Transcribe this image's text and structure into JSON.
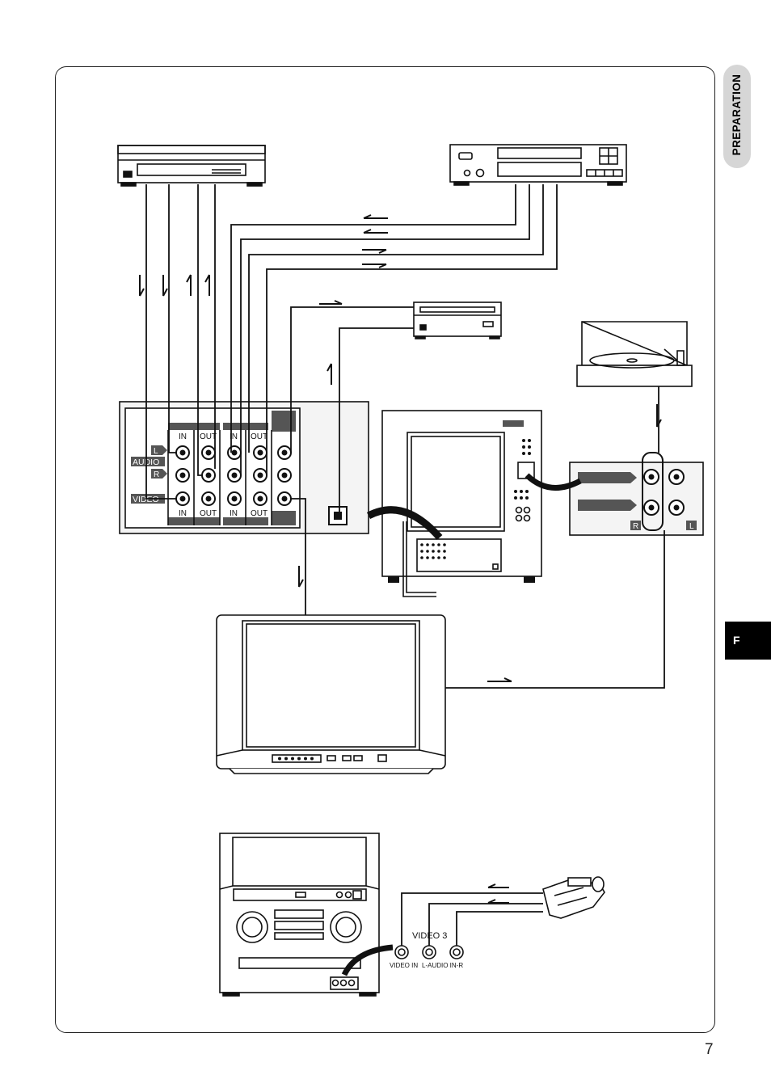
{
  "header": {
    "section_label": "PREPARATION",
    "language_tab": "F"
  },
  "footer": {
    "page_number": "7"
  },
  "panel": {
    "in_label_top_1": "IN",
    "out_label_top_1": "OUT",
    "in_label_top_2": "IN",
    "out_label_top_2": "OUT",
    "in_label_bottom_1": "IN",
    "out_label_bottom_1": "OUT",
    "in_label_bottom_2": "IN",
    "out_label_bottom_2": "OUT",
    "audio_label": "AUDIO",
    "l_label": "L",
    "r_label": "R",
    "video_label": "VIDEO"
  },
  "turntable_panel": {
    "r_label": "R",
    "l_label": "L"
  },
  "video3": {
    "title": "VIDEO 3",
    "video_in_label": "VIDEO IN",
    "audio_in_label": "L-AUDIO IN-R"
  },
  "colors": {
    "line": "#111111",
    "tab_gray": "#d6d6d6",
    "panel_fill": "#f4f4f4",
    "label_fill": "#555555"
  }
}
